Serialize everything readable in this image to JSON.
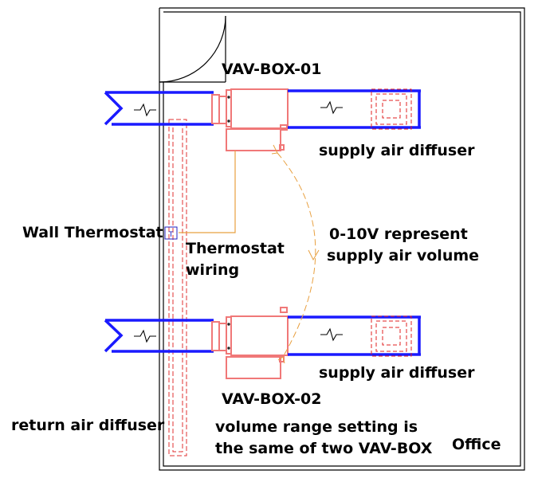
{
  "labels": {
    "box1": "VAV-BOX-01",
    "box2": "VAV-BOX-02",
    "diffuser1": "supply air diffuser",
    "diffuser2": "supply air diffuser",
    "wall_thermostat": "Wall Thermostat",
    "thermostat_wiring_1": "Thermostat",
    "thermostat_wiring_2": "wiring",
    "signal_1": "0-10V represent",
    "signal_2": "supply air volume",
    "return_diffuser": "return air diffuser",
    "note_1": "volume range setting is",
    "note_2": "the same of two VAV-BOX",
    "room": "Office",
    "thermostat_symbol": "T"
  },
  "colors": {
    "duct": "#1a1aff",
    "vav": "#f07878",
    "diffuser": "#e02020",
    "wiring": "#e8a040",
    "wall": "#000000",
    "return": "#e03030",
    "thermostat": "#2020c0"
  }
}
